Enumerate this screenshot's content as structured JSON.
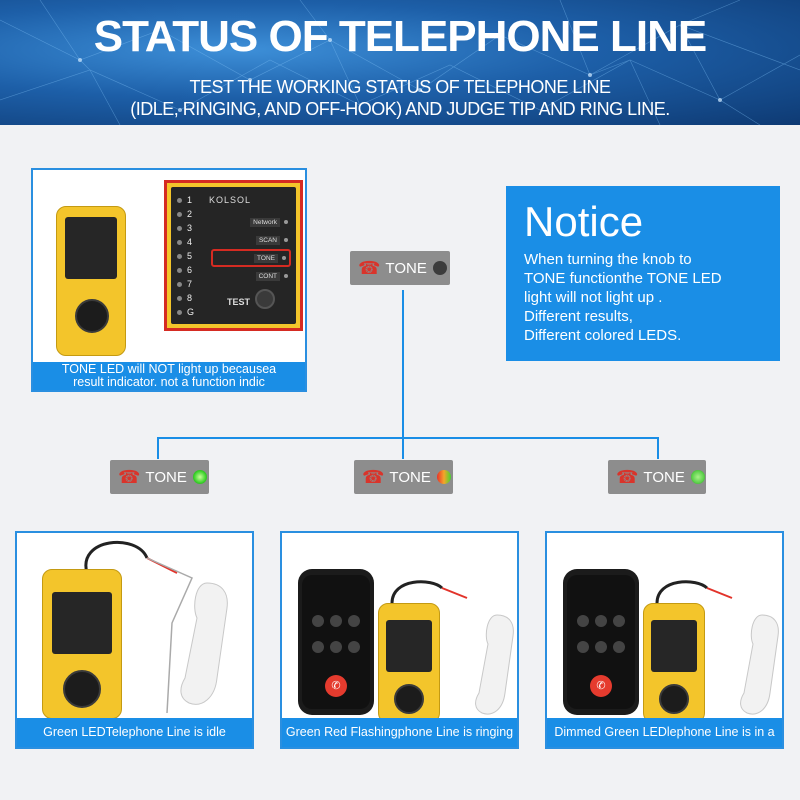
{
  "banner": {
    "title": "STATUS OF TELEPHONE LINE",
    "subtitle_line1": "TEST THE WORKING STATUS OF TELEPHONE LINE",
    "subtitle_line2": "(IDLE, RINGING, AND OFF-HOOK) AND JUDGE TIP AND RING LINE."
  },
  "device_card": {
    "caption_line1": "TONE LED will NOT light up becausea",
    "caption_line2": "result indicator. not a function indic",
    "brand": "KOLSOL",
    "leds": [
      "1",
      "2",
      "3",
      "4",
      "5",
      "6",
      "7",
      "8",
      "G"
    ],
    "functions": [
      "Network",
      "SCAN",
      "TONE",
      "CONT"
    ],
    "test_label": "TEST"
  },
  "notice": {
    "heading": "Notice",
    "line1": "When turning the knob to",
    "line2": "TONE functionthe TONE LED",
    "line3": "light will not light up .",
    "line4": "Different results,",
    "line5": "Different colored LEDS."
  },
  "tone_pills": {
    "label": "TONE",
    "phone_glyph": "☎",
    "top_led_color": "#3c3c3c",
    "idle_led_color": "#39d12a",
    "ringing_led_colors": [
      "#e8322a",
      "#46d42f"
    ],
    "call_led_color": "#5bd04a"
  },
  "scenarios": [
    {
      "caption": "Green LEDTelephone Line is idle"
    },
    {
      "caption": "Green Red Flashingphone Line is ringing"
    },
    {
      "caption": "Dimmed Green LEDlephone Line is in a call"
    }
  ],
  "colors": {
    "accent": "#1a8ee6",
    "banner": "#1d5fa8",
    "tester": "#f3c52b"
  }
}
